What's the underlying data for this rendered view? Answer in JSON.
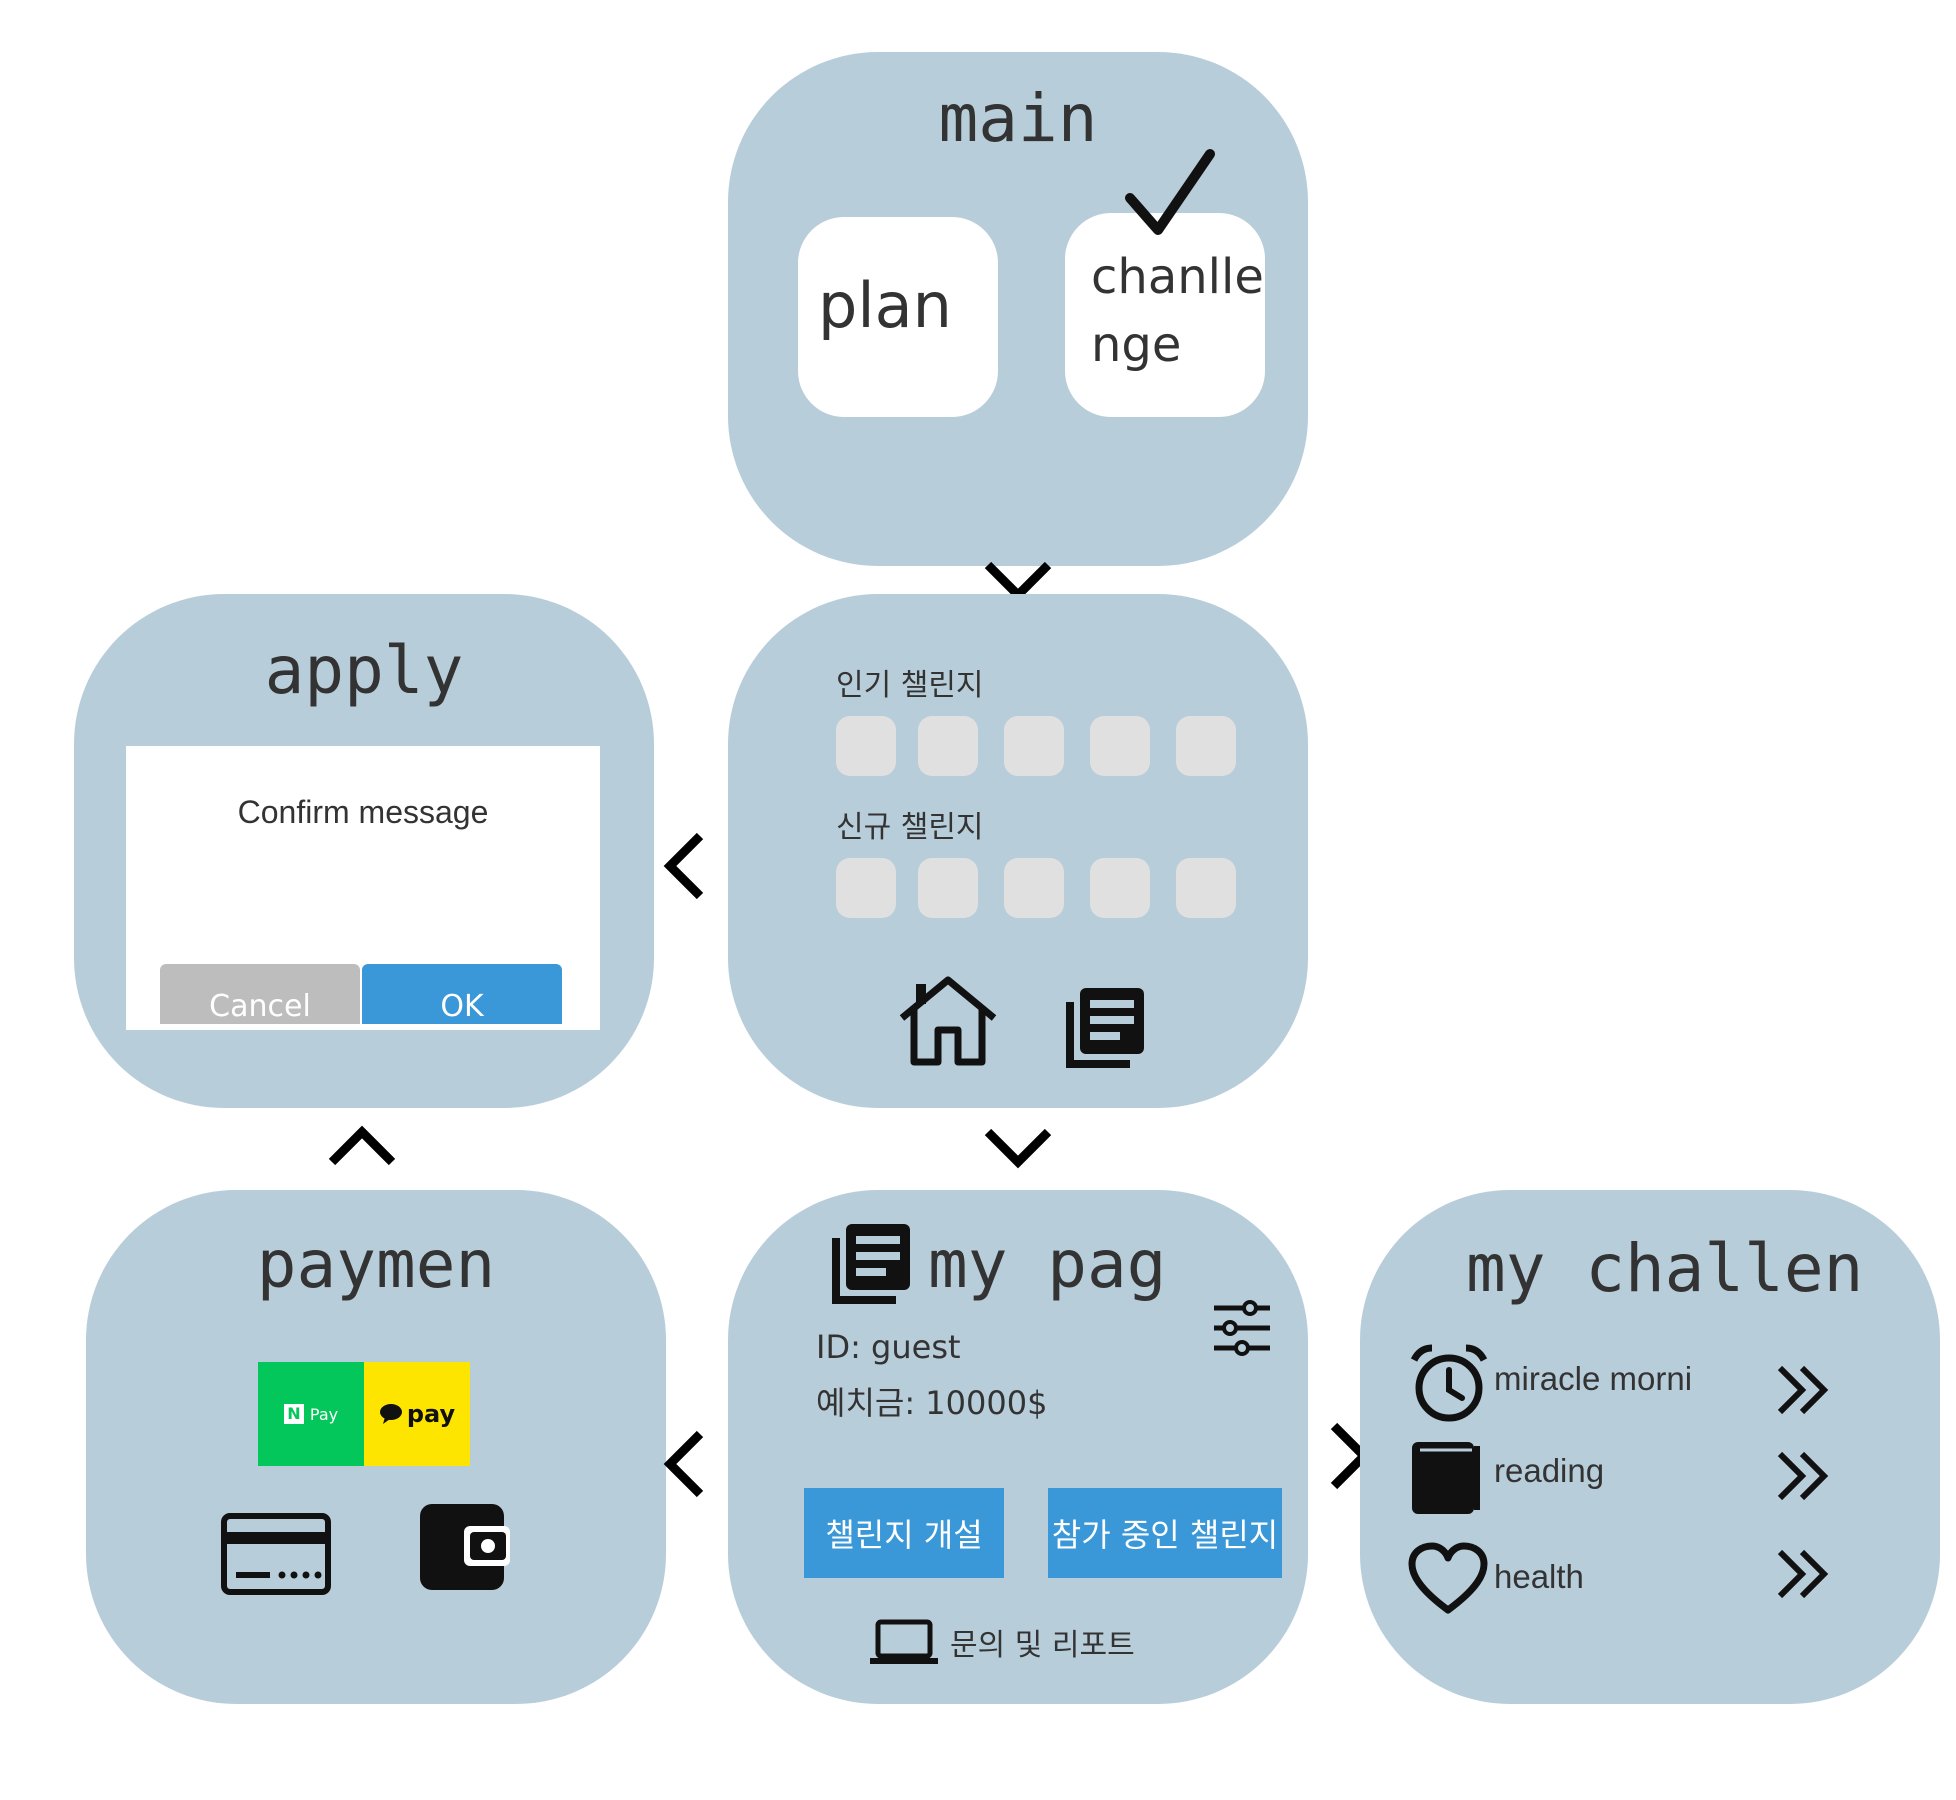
{
  "main": {
    "title": "main",
    "plan_label": "plan",
    "challenge_line1": "chanlle",
    "challenge_line2": "nge"
  },
  "challenge_list": {
    "popular_label": "인기 챌린지",
    "new_label": "신규 챌린지"
  },
  "apply": {
    "title": "apply",
    "dialog_message": "Confirm message",
    "cancel_label": "Cancel",
    "ok_label": "OK"
  },
  "payment": {
    "title": "paymen",
    "npay_label": "Pay",
    "kakaopay_label": "pay"
  },
  "mypage": {
    "title": "my pag",
    "id_text": "ID: guest",
    "deposit_text": "예치금: 10000$",
    "create_button": "챌린지 개설",
    "joined_button": "참가 중인 챌린지",
    "inquiry_label": "문의 및 리포트"
  },
  "my_challenge": {
    "title": "my challen",
    "items": [
      {
        "label": "miracle morni",
        "icon": "alarm-clock-icon"
      },
      {
        "label": "reading",
        "icon": "book-icon"
      },
      {
        "label": "health",
        "icon": "heart-icon"
      }
    ]
  },
  "colors": {
    "screen_bg": "#b8cdda",
    "tile": "#e0e0e0",
    "button_blue": "#3a98d8",
    "cancel_gray": "#bdbdbd",
    "npay_green": "#03c75a",
    "kakao_yellow": "#fee500"
  }
}
